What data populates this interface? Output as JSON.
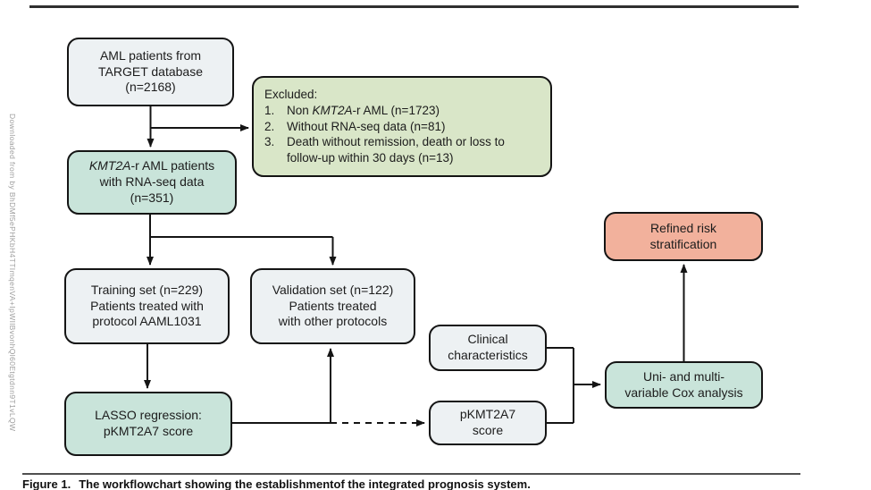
{
  "watermark": {
    "text": "Downloaded from by BhDMf5ePHKbH4TTImqenVA+IpWIlBvonhQl60Etgtdnn9T1vLQW"
  },
  "colors": {
    "box_light": "#edf1f3",
    "box_teal": "#c9e4da",
    "box_green": "#d9e6c8",
    "box_salmon": "#f2b19c",
    "border": "#141414"
  },
  "nodes": {
    "target": {
      "line1": "AML patients from",
      "line2": "TARGET database",
      "line3": "(n=2168)"
    },
    "excluded": {
      "title": "Excluded:",
      "item1": {
        "num": "1.",
        "pre": "Non ",
        "italic": "KMT2A",
        "post": "-r AML (n=1723)"
      },
      "item2": {
        "num": "2.",
        "text": "Without RNA-seq data (n=81)"
      },
      "item3": {
        "num": "3.",
        "text": "Death without remission, death or loss to follow-up within 30 days (n=13)"
      }
    },
    "kmt2a": {
      "line1_italic": "KMT2A",
      "line1_rest": "-r AML patients",
      "line2": "with RNA-seq data",
      "line3": "(n=351)"
    },
    "training": {
      "line1": "Training set (n=229)",
      "line2": "Patients treated with",
      "line3": "protocol AAML1031"
    },
    "validation": {
      "line1": "Validation set (n=122)",
      "line2": "Patients treated",
      "line3": "with other protocols"
    },
    "lasso": {
      "line1": "LASSO regression:",
      "line2": "pKMT2A7 score"
    },
    "clinical": {
      "line1": "Clinical",
      "line2": "characteristics"
    },
    "pkmt2a7": {
      "line1": "pKMT2A7",
      "line2": "score"
    },
    "cox": {
      "line1": "Uni- and multi-",
      "line2": "variable Cox analysis"
    },
    "refined": {
      "line1": "Refined risk",
      "line2": "stratification"
    }
  },
  "caption": {
    "figure_label": "Figure 1.",
    "text": "The workflowchart showing the establishmentof the integrated prognosis system."
  }
}
